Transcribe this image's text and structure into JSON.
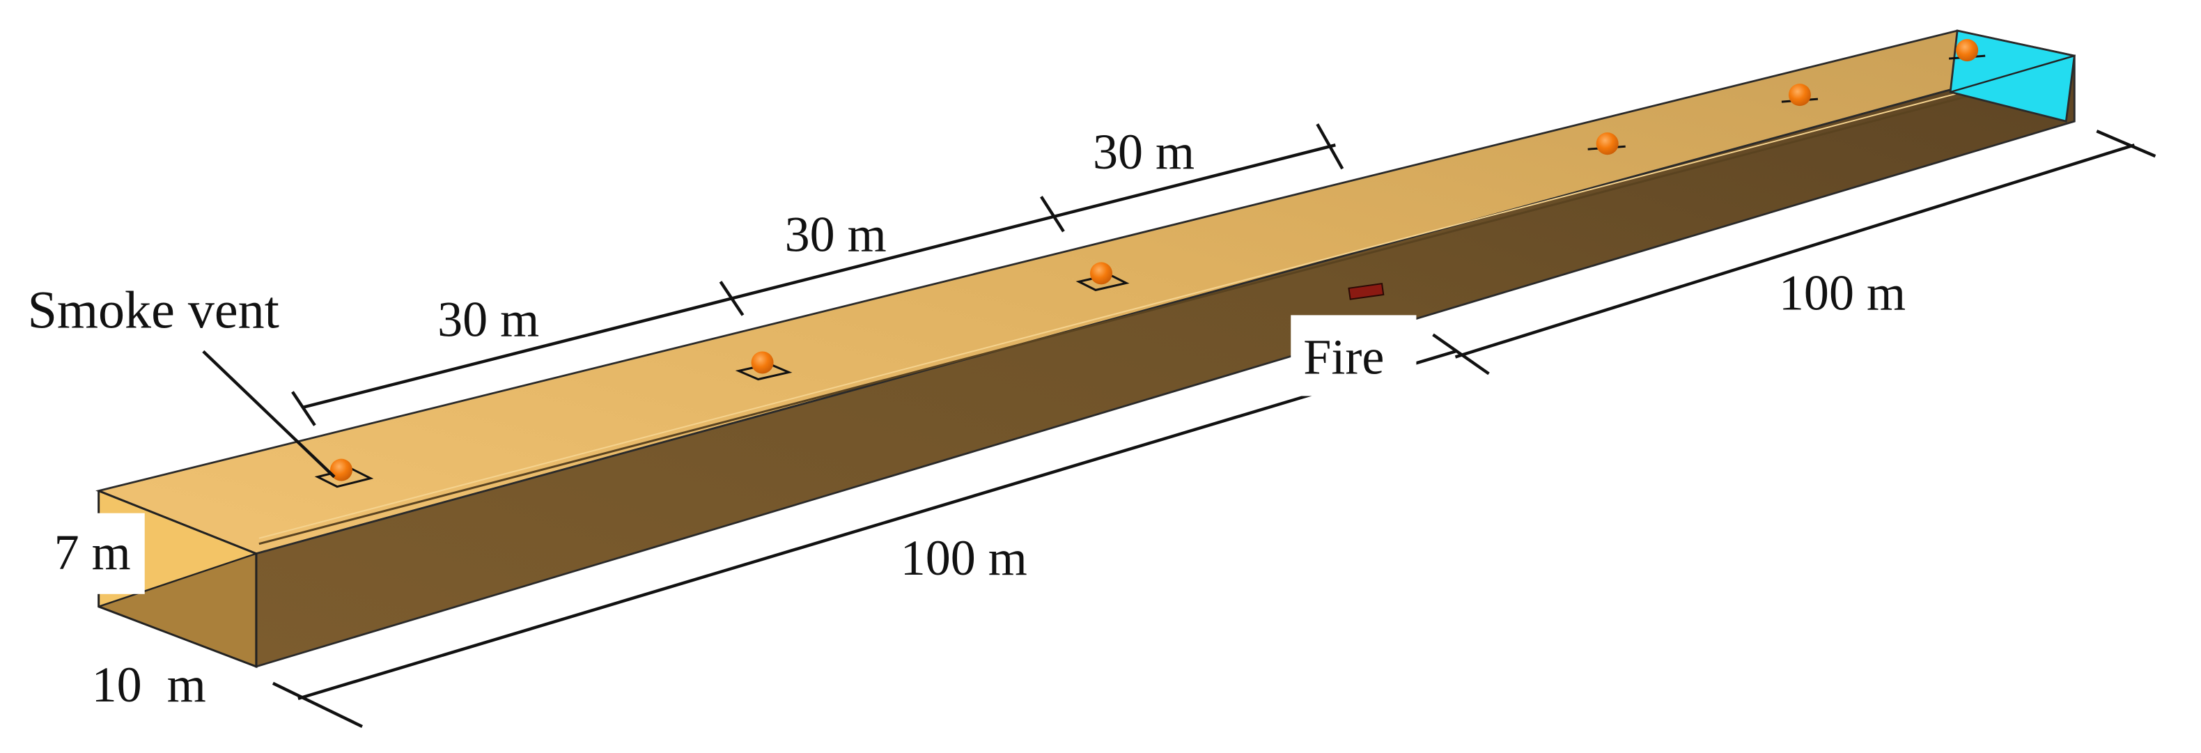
{
  "labels": {
    "smoke_vent": "Smoke vent",
    "spacing_1": "30 m",
    "spacing_2": "30 m",
    "spacing_3": "30 m",
    "length_front": "100 m",
    "length_back": "100 m",
    "fire": "Fire",
    "height": "7 m",
    "width": "10  m"
  },
  "colors": {
    "top_face": "#e0b364",
    "side_face": "#836332",
    "end_face": "#f2c05e",
    "end_inner": "#a47b3b",
    "exit_face": "#23dcf0",
    "vent": "#f77a0c",
    "fire": "#8b1a12",
    "line": "#111111"
  }
}
